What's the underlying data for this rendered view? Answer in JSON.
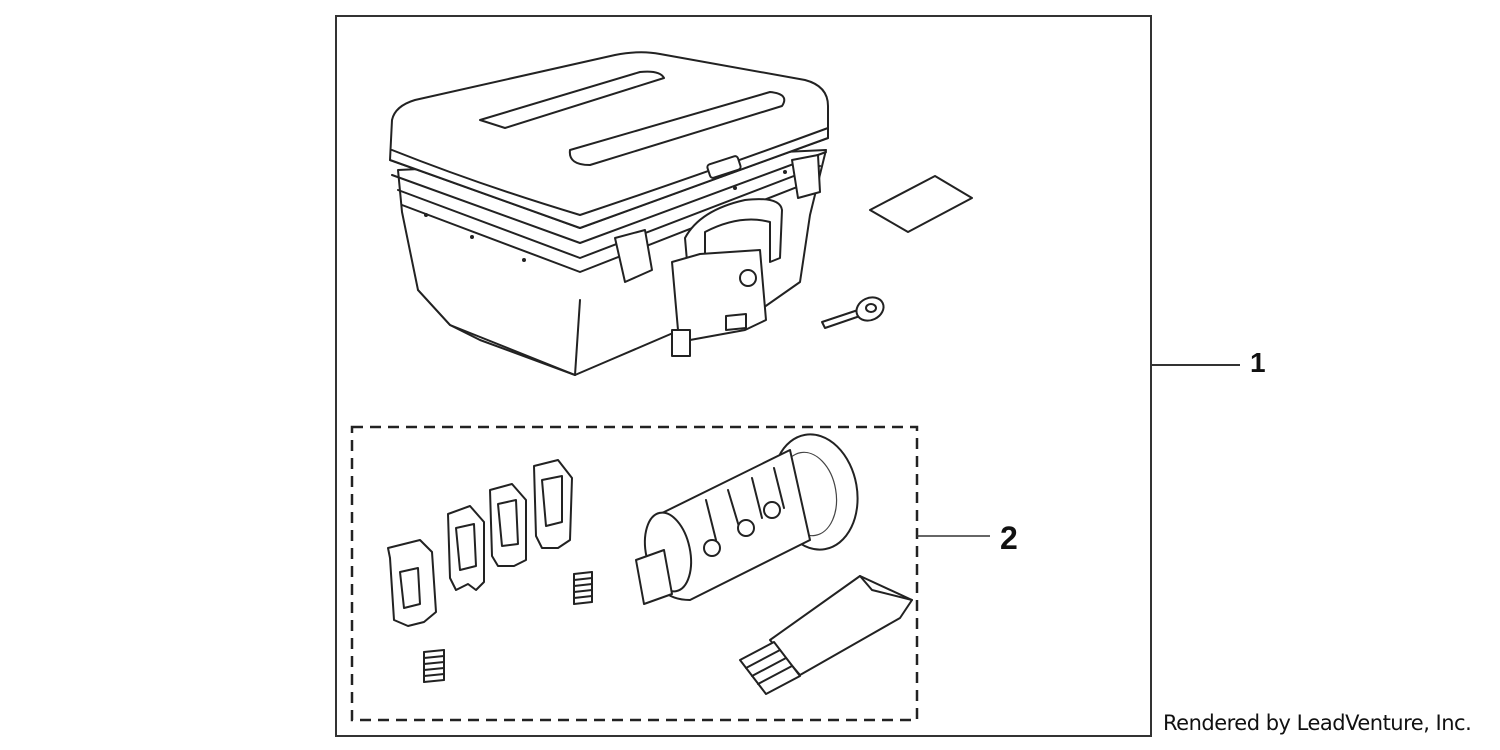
{
  "callouts": {
    "kit": "1",
    "lock_set": "2"
  },
  "credit": "Rendered by LeadVenture, Inc."
}
